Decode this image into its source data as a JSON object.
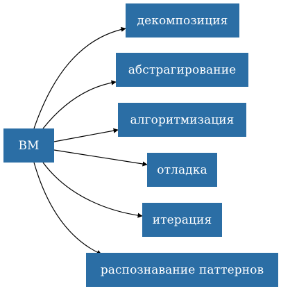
{
  "diagram": {
    "root": {
      "label": "ВМ"
    },
    "children": [
      {
        "label": "декомпозиция"
      },
      {
        "label": "абстрагирование"
      },
      {
        "label": "алгоритмизация"
      },
      {
        "label": "отладка"
      },
      {
        "label": "итерация"
      },
      {
        "label": "распознавание паттернов"
      }
    ],
    "colors": {
      "node_fill": "#2b6ea5",
      "node_text": "#ffffff",
      "edge": "#000000",
      "background": "#ffffff"
    }
  }
}
